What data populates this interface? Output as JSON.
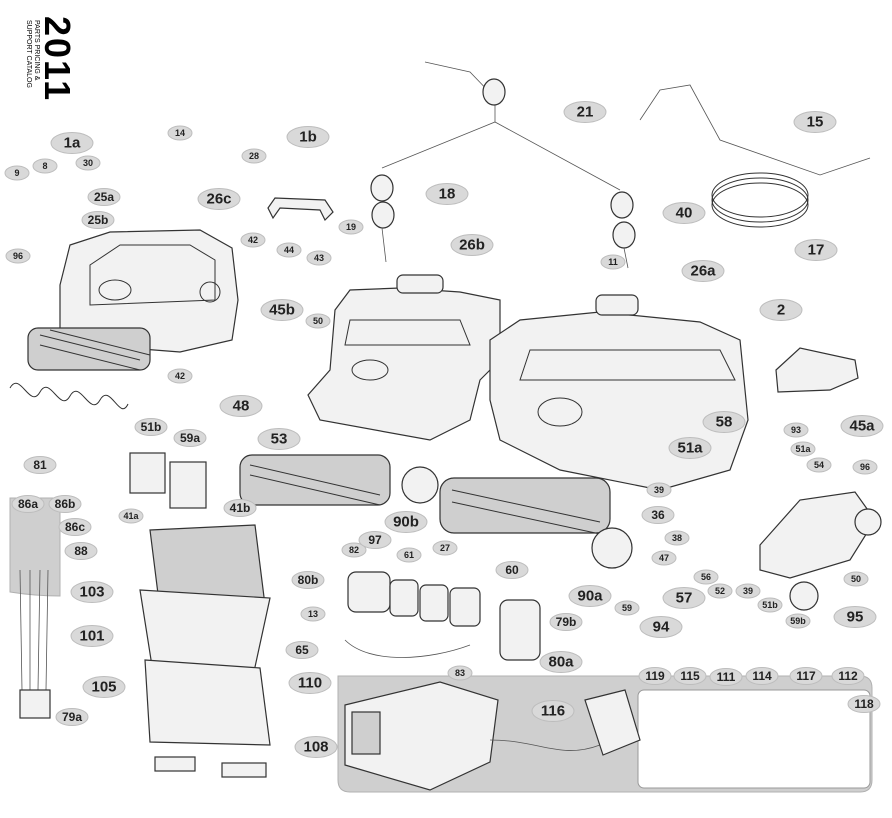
{
  "header": {
    "year": "2011",
    "catalog_line1": "PARTS PRICING &",
    "catalog_line2": "SUPPORT CATALOG"
  },
  "callouts": {
    "c1a": "1a",
    "c1b": "1b",
    "c2": "2",
    "c8": "8",
    "c9": "9",
    "c11": "11",
    "c13": "13",
    "c14": "14",
    "c15": "15",
    "c17": "17",
    "c18": "18",
    "c19": "19",
    "c21": "21",
    "c25a": "25a",
    "c25b": "25b",
    "c26a": "26a",
    "c26b": "26b",
    "c26c": "26c",
    "c27": "27",
    "c28": "28",
    "c30": "30",
    "c36": "36",
    "c38": "38",
    "c39a": "39",
    "c39b": "39",
    "c40": "40",
    "c41a": "41a",
    "c41b": "41b",
    "c42a": "42",
    "c42b": "42",
    "c43": "43",
    "c44": "44",
    "c45a": "45a",
    "c45b": "45b",
    "c47": "47",
    "c48": "48",
    "c50a": "50",
    "c50b": "50",
    "c51a": "51a",
    "c51a2": "51a",
    "c51b": "51b",
    "c51b2": "51b",
    "c52": "52",
    "c53": "53",
    "c54": "54",
    "c56": "56",
    "c57": "57",
    "c58": "58",
    "c59": "59",
    "c59a": "59a",
    "c59b": "59b",
    "c60": "60",
    "c61": "61",
    "c65": "65",
    "c79a": "79a",
    "c79b": "79b",
    "c80a": "80a",
    "c80b": "80b",
    "c81": "81",
    "c82": "82",
    "c83": "83",
    "c86a": "86a",
    "c86b": "86b",
    "c86c": "86c",
    "c88": "88",
    "c90a": "90a",
    "c90b": "90b",
    "c93": "93",
    "c94": "94",
    "c95": "95",
    "c96a": "96",
    "c96b": "96",
    "c97": "97",
    "c101": "101",
    "c103": "103",
    "c105": "105",
    "c108": "108",
    "c110": "110",
    "c111": "111",
    "c112": "112",
    "c114": "114",
    "c115": "115",
    "c116": "116",
    "c117": "117",
    "c118": "118",
    "c119": "119"
  },
  "colors": {
    "callout_fill": "#d9d9d9",
    "tray_fill": "#cfcfcf",
    "line_color": "#333333"
  }
}
